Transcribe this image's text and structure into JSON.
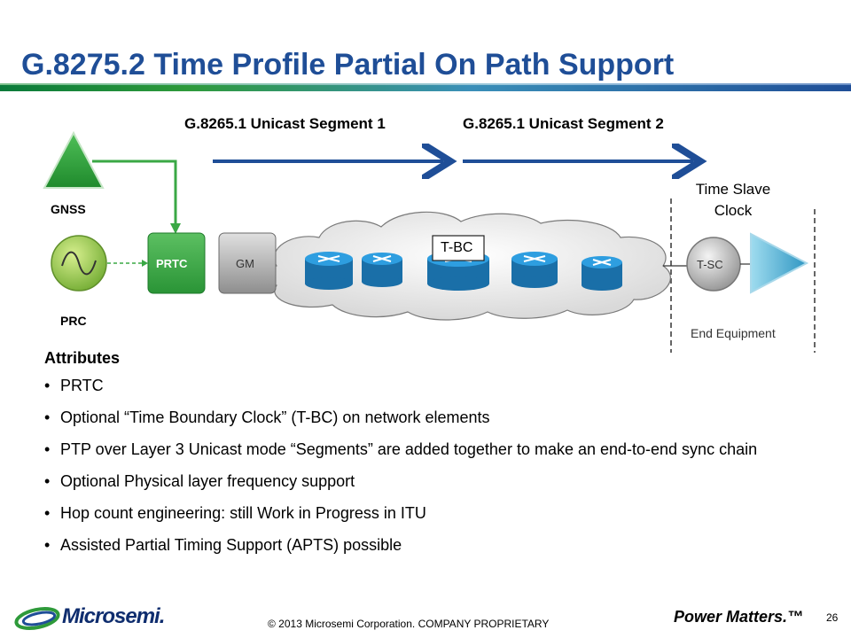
{
  "title": "G.8275.2 Time Profile  Partial On Path Support",
  "diagram": {
    "segment1_label": "G.8265.1 Unicast Segment 1",
    "segment2_label": "G.8265.1 Unicast Segment 2",
    "gnss_label": "GNSS",
    "prc_label": "PRC",
    "prtc_label": "PRTC",
    "gm_label": "GM",
    "tbc_label": "T-BC",
    "tsc_label": "T-SC",
    "time_slave_label": "Time Slave\nClock",
    "end_equipment_label": "End  Equipment",
    "colors": {
      "arrow": "#1f4e97",
      "gnss": "#3aa845",
      "prtc": "#3aa845",
      "gm": "#9a9a9a",
      "router": "#1f88c8",
      "end_equipment": "#3aa0c8"
    }
  },
  "attributes": {
    "heading": "Attributes",
    "items": [
      "PRTC",
      "Optional “Time Boundary Clock”  (T-BC) on network elements",
      "PTP over Layer 3  Unicast mode “Segments” are added together to make an end-to-end  sync chain",
      "Optional Physical layer frequency support",
      "Hop count  engineering:   still Work in Progress in  ITU",
      "Assisted Partial Timing Support (APTS) possible"
    ]
  },
  "footer": {
    "logo": "Microsemi.",
    "copyright": "© 2013 Microsemi Corporation. COMPANY PROPRIETARY",
    "tagline": "Power Matters.™",
    "page_number": "26"
  }
}
